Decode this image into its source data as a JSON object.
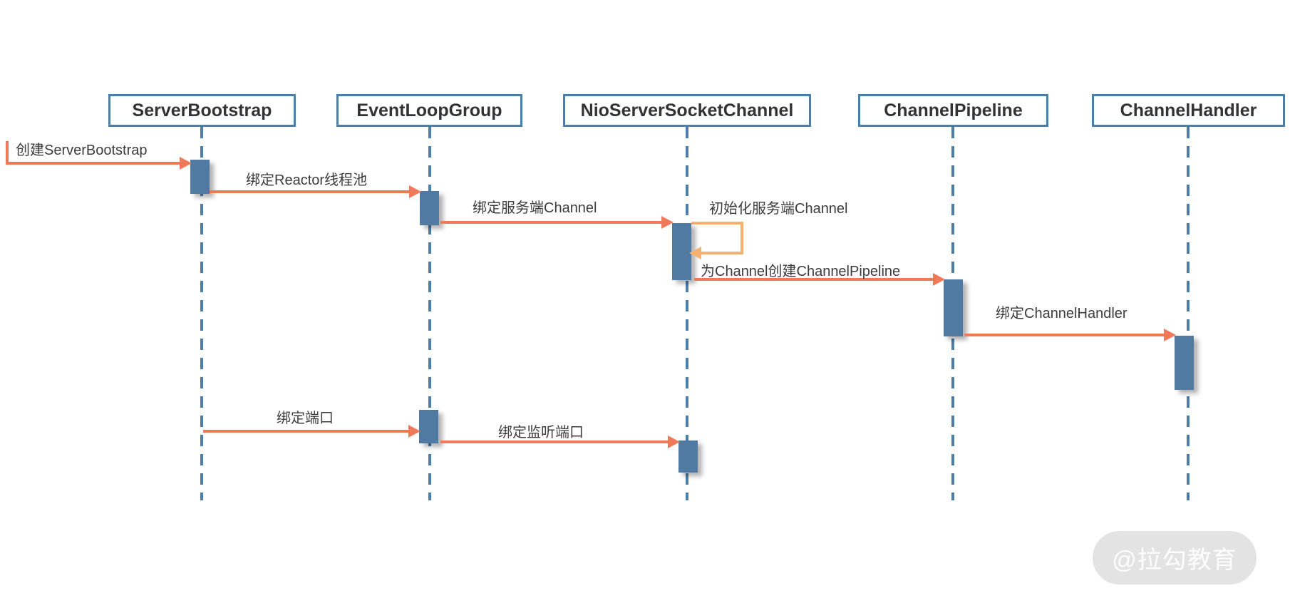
{
  "diagram": {
    "type": "uml-sequence",
    "participants": [
      {
        "name": "ServerBootstrap"
      },
      {
        "name": "EventLoopGroup"
      },
      {
        "name": "NioServerSocketChannel"
      },
      {
        "name": "ChannelPipeline"
      },
      {
        "name": "ChannelHandler"
      }
    ],
    "messages": [
      {
        "from": "external",
        "to": "ServerBootstrap",
        "label": "创建ServerBootstrap",
        "type": "found"
      },
      {
        "from": "ServerBootstrap",
        "to": "EventLoopGroup",
        "label": "绑定Reactor线程池",
        "type": "sync"
      },
      {
        "from": "EventLoopGroup",
        "to": "NioServerSocketChannel",
        "label": "绑定服务端Channel",
        "type": "sync"
      },
      {
        "from": "NioServerSocketChannel",
        "to": "NioServerSocketChannel",
        "label": "初始化服务端Channel",
        "type": "self"
      },
      {
        "from": "NioServerSocketChannel",
        "to": "ChannelPipeline",
        "label": "为Channel创建ChannelPipeline",
        "type": "sync"
      },
      {
        "from": "ChannelPipeline",
        "to": "ChannelHandler",
        "label": "绑定ChannelHandler",
        "type": "sync"
      },
      {
        "from": "ServerBootstrap",
        "to": "EventLoopGroup",
        "label": "绑定端口",
        "type": "sync"
      },
      {
        "from": "EventLoopGroup",
        "to": "NioServerSocketChannel",
        "label": "绑定监听端口",
        "type": "sync"
      }
    ],
    "watermark": {
      "label": "@拉勾教育"
    },
    "colors": {
      "blue": "#4d7ea9",
      "bar": "#517aa2",
      "arrow": "#f0795a",
      "loop": "#f6b171",
      "text": "#3c3c3c",
      "watermark-bg": "#e3e3e3",
      "watermark-text": "#fdfdfd"
    }
  }
}
